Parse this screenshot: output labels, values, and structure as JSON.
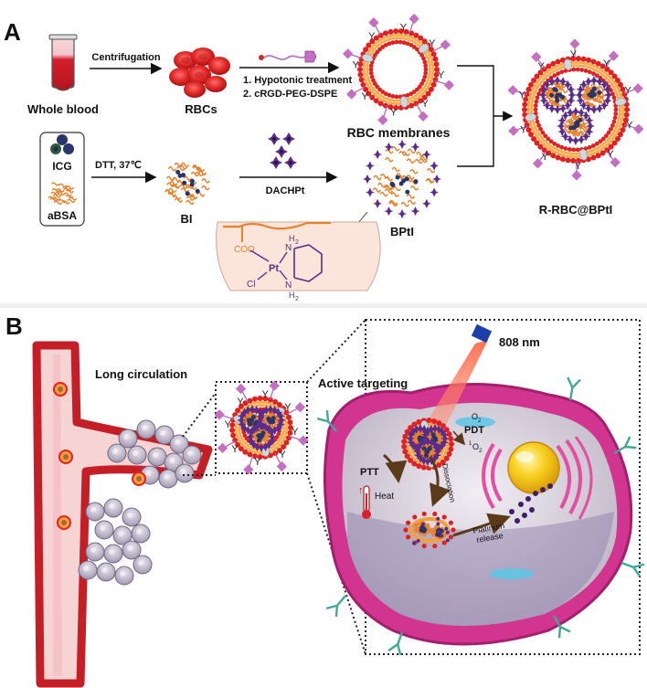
{
  "panel_a": {
    "letter": "A",
    "whole_blood": "Whole blood",
    "centrifugation": "Centrifugation",
    "rbcs": "RBCs",
    "step1": "1. Hypotonic treatment",
    "step2": "2. cRGD-PEG-DSPE",
    "rbc_membranes": "RBC membranes",
    "icg": "ICG",
    "absa": "aBSA",
    "dtt": "DTT, 37℃",
    "bi": "BI",
    "dachpt": "DACHPt",
    "bpti": "BPtI",
    "product": "R-RBC@BPtI",
    "chem_coo": "COO",
    "chem_pt": "Pt",
    "chem_cl": "Cl",
    "chem_n1": "N",
    "chem_h1": "H",
    "chem_sub1": "2",
    "chem_n2": "N",
    "chem_h2": "H",
    "chem_sub2": "2"
  },
  "panel_b": {
    "letter": "B",
    "long_circulation": "Long circulation",
    "active_targeting": "Active targeting",
    "laser": "808 nm",
    "o2": "O",
    "o2_sub": "2",
    "pdt": "PDT",
    "singlet_o2": "O",
    "singlet_sup": "1",
    "singlet_sub": "2",
    "ptt": "PTT",
    "heat": "Heat",
    "dissociation": "Dissociation",
    "platinum": "Platinum",
    "release": "release"
  },
  "colors": {
    "blood": "#c81e28",
    "rbc_red": "#d9262b",
    "lipid_orange": "#f6a03a",
    "albumin_orange": "#e9822d",
    "icg_navy": "#27356b",
    "dachpt_purple": "#5b2c8a",
    "cell_magenta": "#d2358f",
    "peptide_pink": "#b46ab6",
    "vessel_wall": "#c41f27",
    "laser_red": "#e6402f",
    "nucleus_yellow": "#f5c518"
  }
}
